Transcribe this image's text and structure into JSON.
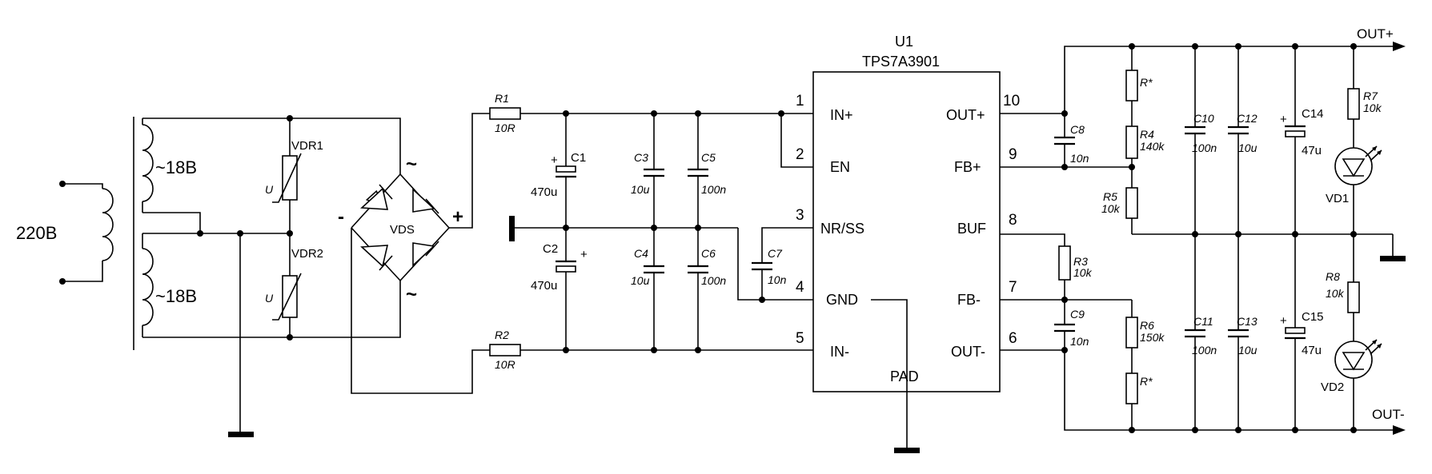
{
  "mains": {
    "voltage": "220В"
  },
  "transformer": {
    "secondary_top": "~18В",
    "secondary_bottom": "~18В"
  },
  "varistors": [
    {
      "ref": "VDR1",
      "mark": "U"
    },
    {
      "ref": "VDR2",
      "mark": "U"
    }
  ],
  "bridge": {
    "ref": "VDS",
    "ac_top": "~",
    "ac_bottom": "~",
    "neg": "-",
    "pos": "+"
  },
  "input_resistors": [
    {
      "ref": "R1",
      "value": "10R"
    },
    {
      "ref": "R2",
      "value": "10R"
    }
  ],
  "input_caps": [
    {
      "ref": "C1",
      "value": "470u"
    },
    {
      "ref": "C2",
      "value": "470u"
    },
    {
      "ref": "C3",
      "value": "10u"
    },
    {
      "ref": "C4",
      "value": "10u"
    },
    {
      "ref": "C5",
      "value": "100n"
    },
    {
      "ref": "C6",
      "value": "100n"
    },
    {
      "ref": "C7",
      "value": "10n"
    }
  ],
  "ic": {
    "ref": "U1",
    "part": "TPS7A3901",
    "left_pins": [
      {
        "num": "1",
        "name": "IN+"
      },
      {
        "num": "2",
        "name": "EN"
      },
      {
        "num": "3",
        "name": "NR/SS"
      },
      {
        "num": "4",
        "name": "GND"
      },
      {
        "num": "5",
        "name": "IN-"
      }
    ],
    "right_pins": [
      {
        "num": "10",
        "name": "OUT+"
      },
      {
        "num": "9",
        "name": "FB+"
      },
      {
        "num": "8",
        "name": "BUF"
      },
      {
        "num": "7",
        "name": "FB-"
      },
      {
        "num": "6",
        "name": "OUT-"
      }
    ],
    "pad": "PAD"
  },
  "output_caps": [
    {
      "ref": "C8",
      "value": "10n"
    },
    {
      "ref": "C9",
      "value": "10n"
    },
    {
      "ref": "C10",
      "value": "100n"
    },
    {
      "ref": "C11",
      "value": "100n"
    },
    {
      "ref": "C12",
      "value": "10u"
    },
    {
      "ref": "C13",
      "value": "10u"
    },
    {
      "ref": "C14",
      "value": "47u"
    },
    {
      "ref": "C15",
      "value": "47u"
    }
  ],
  "output_resistors": [
    {
      "ref": "R*",
      "value": ""
    },
    {
      "ref": "R4",
      "value": "140k"
    },
    {
      "ref": "R5",
      "value": "10k"
    },
    {
      "ref": "R3",
      "value": "10k"
    },
    {
      "ref": "R6",
      "value": "150k"
    },
    {
      "ref": "R*",
      "value": ""
    },
    {
      "ref": "R7",
      "value": "10k"
    },
    {
      "ref": "R8",
      "value": "10k"
    }
  ],
  "leds": [
    {
      "ref": "VD1"
    },
    {
      "ref": "VD2"
    }
  ],
  "nets": {
    "out_pos": "OUT+",
    "out_neg": "OUT-"
  }
}
